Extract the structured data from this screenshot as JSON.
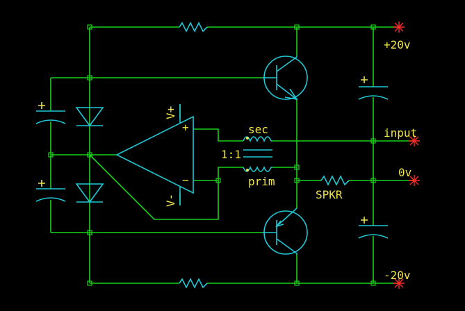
{
  "labels": {
    "pos_supply": "+20v",
    "input": "input",
    "ground": "0v",
    "neg_supply": "-20v",
    "transformer_secondary": "sec",
    "transformer_primary": "prim",
    "transformer_ratio": "1:1",
    "speaker": "SPKR",
    "opamp_pos_supply": "V+",
    "opamp_neg_supply": "V-",
    "opamp_noninverting": "+",
    "opamp_inverting": "−",
    "cap_polarity": "+"
  },
  "colors": {
    "background": "#000000",
    "wire": "#19d219",
    "component": "#1fc9d6",
    "label": "#f0e64a",
    "terminal": "#ff2a2a"
  }
}
